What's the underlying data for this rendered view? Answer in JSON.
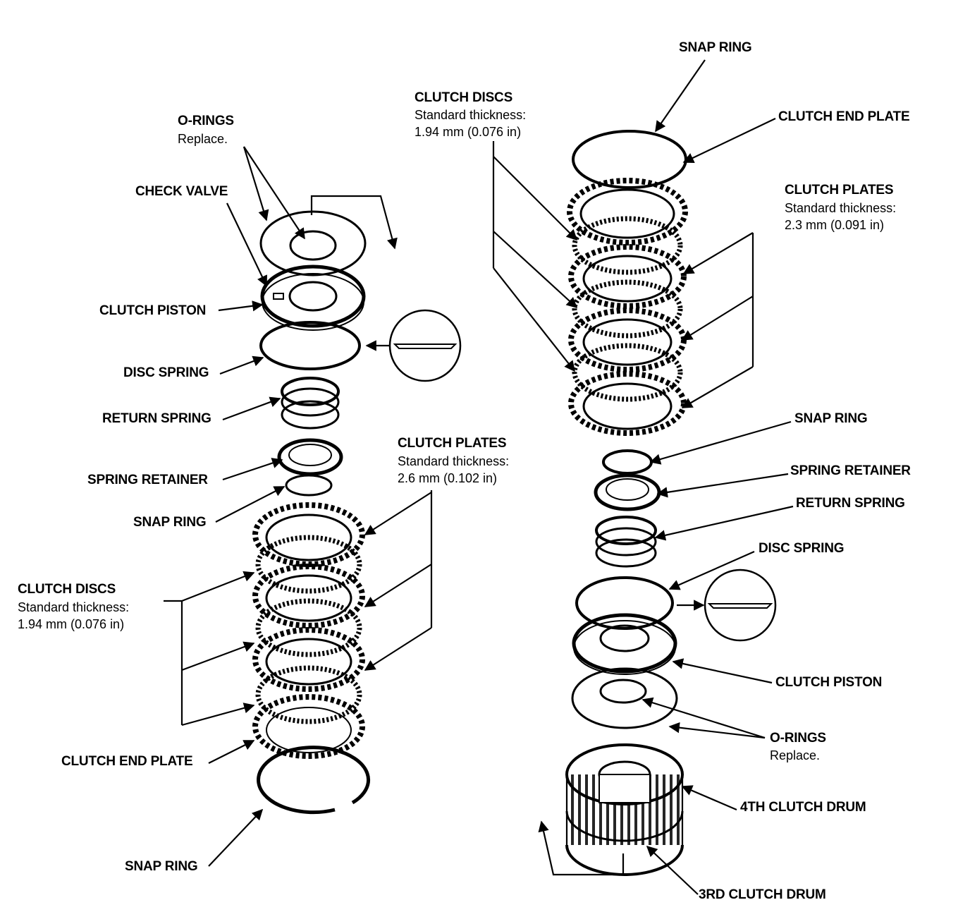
{
  "left": {
    "o_rings": {
      "title": "O-RINGS",
      "note": "Replace."
    },
    "check_valve": "CHECK VALVE",
    "clutch_piston": "CLUTCH PISTON",
    "disc_spring": "DISC SPRING",
    "return_spring": "RETURN SPRING",
    "spring_retainer": "SPRING RETAINER",
    "snap_ring_upper": "SNAP RING",
    "clutch_plates": {
      "title": "CLUTCH PLATES",
      "spec_line1": "Standard thickness:",
      "spec_line2": "2.6 mm (0.102 in)"
    },
    "clutch_discs": {
      "title": "CLUTCH DISCS",
      "spec_line1": "Standard thickness:",
      "spec_line2": "1.94 mm (0.076 in)"
    },
    "clutch_end_plate": "CLUTCH END PLATE",
    "snap_ring_lower": "SNAP RING"
  },
  "right": {
    "snap_ring_top": "SNAP RING",
    "clutch_discs": {
      "title": "CLUTCH DISCS",
      "spec_line1": "Standard thickness:",
      "spec_line2": "1.94 mm (0.076 in)"
    },
    "clutch_end_plate": "CLUTCH END PLATE",
    "clutch_plates": {
      "title": "CLUTCH PLATES",
      "spec_line1": "Standard thickness:",
      "spec_line2": "2.3 mm (0.091 in)"
    },
    "snap_ring_mid": "SNAP RING",
    "spring_retainer": "SPRING RETAINER",
    "return_spring": "RETURN SPRING",
    "disc_spring": "DISC SPRING",
    "clutch_piston": "CLUTCH PISTON",
    "o_rings": {
      "title": "O-RINGS",
      "note": "Replace."
    },
    "fourth_clutch_drum": "4TH CLUTCH DRUM",
    "third_clutch_drum": "3RD CLUTCH DRUM"
  }
}
